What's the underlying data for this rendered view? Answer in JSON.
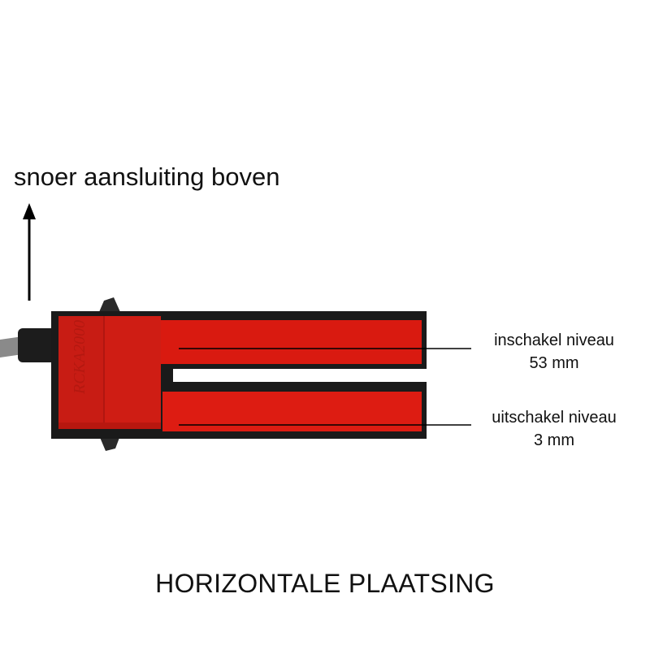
{
  "header": {
    "label": "snoer aansluiting boven"
  },
  "annotations": [
    {
      "title": "inschakel niveau",
      "value": "53 mm"
    },
    {
      "title": "uitschakel niveau",
      "value": "3 mm"
    }
  ],
  "product": {
    "logo_text": "RCKA2000",
    "body_color": "#d91a10",
    "frame_color": "#1a1a1a"
  },
  "footer": {
    "title": "HORIZONTALE PLAATSING"
  }
}
